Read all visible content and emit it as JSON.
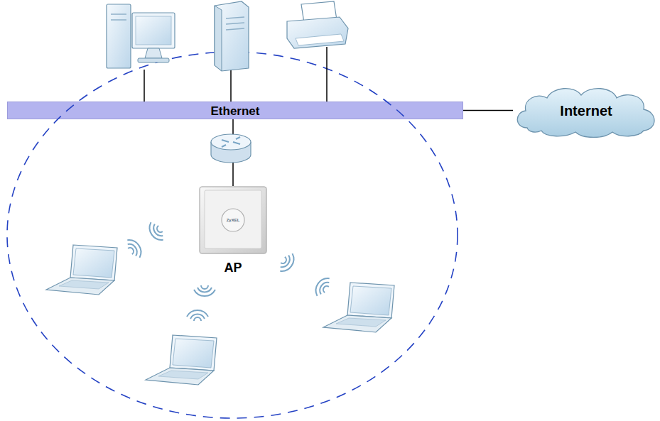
{
  "diagram": {
    "nodes": [
      {
        "text": [
          "Ethernet"
        ]
      },
      {
        "text": [
          "Internet"
        ]
      },
      {
        "text": [
          "ZyXEL",
          "AP"
        ]
      }
    ],
    "edges": [
      {
        "from": 0,
        "to": 1,
        "arrow": "none"
      },
      {
        "from": 0,
        "to": 2,
        "arrow": "none"
      }
    ]
  }
}
